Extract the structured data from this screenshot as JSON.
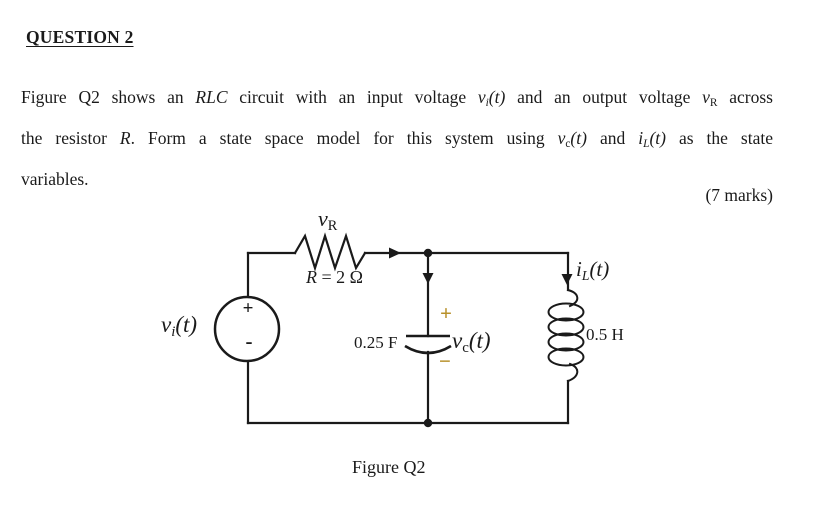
{
  "accent_color": "#b8912b",
  "header": {
    "title": "QUESTION 2"
  },
  "question": {
    "lines": [
      [
        {
          "t": "Figure Q2 shows an "
        },
        {
          "t": "RLC",
          "i": 1
        },
        {
          "t": " circuit with an input voltage "
        },
        {
          "t": "v",
          "i": 1
        },
        {
          "t": "i",
          "i": 1,
          "sub": 1
        },
        {
          "t": "(t)",
          "i": 1
        },
        {
          "t": " and an output voltage "
        },
        {
          "t": "v",
          "i": 1
        },
        {
          "t": "R",
          "sub": 1
        },
        {
          "t": " across"
        }
      ],
      [
        {
          "t": "the resistor "
        },
        {
          "t": "R",
          "i": 1
        },
        {
          "t": ". Form a state space model for this system using "
        },
        {
          "t": "v",
          "i": 1
        },
        {
          "t": "c",
          "sub": 1
        },
        {
          "t": "(t)",
          "i": 1
        },
        {
          "t": " and "
        },
        {
          "t": "i",
          "i": 1
        },
        {
          "t": "L",
          "i": 1,
          "sub": 1
        },
        {
          "t": "(t)",
          "i": 1
        },
        {
          "t": " as the state"
        }
      ],
      [
        {
          "t": "variables."
        }
      ]
    ],
    "marks": "(7 marks)"
  },
  "circuit": {
    "source_label": [
      {
        "t": "v",
        "i": 1
      },
      {
        "t": "i",
        "i": 1,
        "sub": 1
      },
      {
        "t": "(t)",
        "i": 1
      }
    ],
    "source_plus": "+",
    "source_minus": "-",
    "vr_label": [
      {
        "t": "v",
        "i": 1
      },
      {
        "t": "R",
        "sub": 1
      }
    ],
    "resistor_value": [
      {
        "t": "R",
        "i": 1
      },
      {
        "t": " = 2 Ω"
      }
    ],
    "capacitor_value": "0.25 F",
    "capacitor_plus": "+",
    "capacitor_minus": "−",
    "vc_label": [
      {
        "t": "v",
        "i": 1
      },
      {
        "t": "c",
        "sub": 1
      },
      {
        "t": "(t)",
        "i": 1
      }
    ],
    "il_label": [
      {
        "t": "i",
        "i": 1
      },
      {
        "t": "L",
        "i": 1,
        "sub": 1
      },
      {
        "t": "(t)",
        "i": 1
      }
    ],
    "inductor_value": "0.5 H",
    "caption": "Figure Q2"
  }
}
